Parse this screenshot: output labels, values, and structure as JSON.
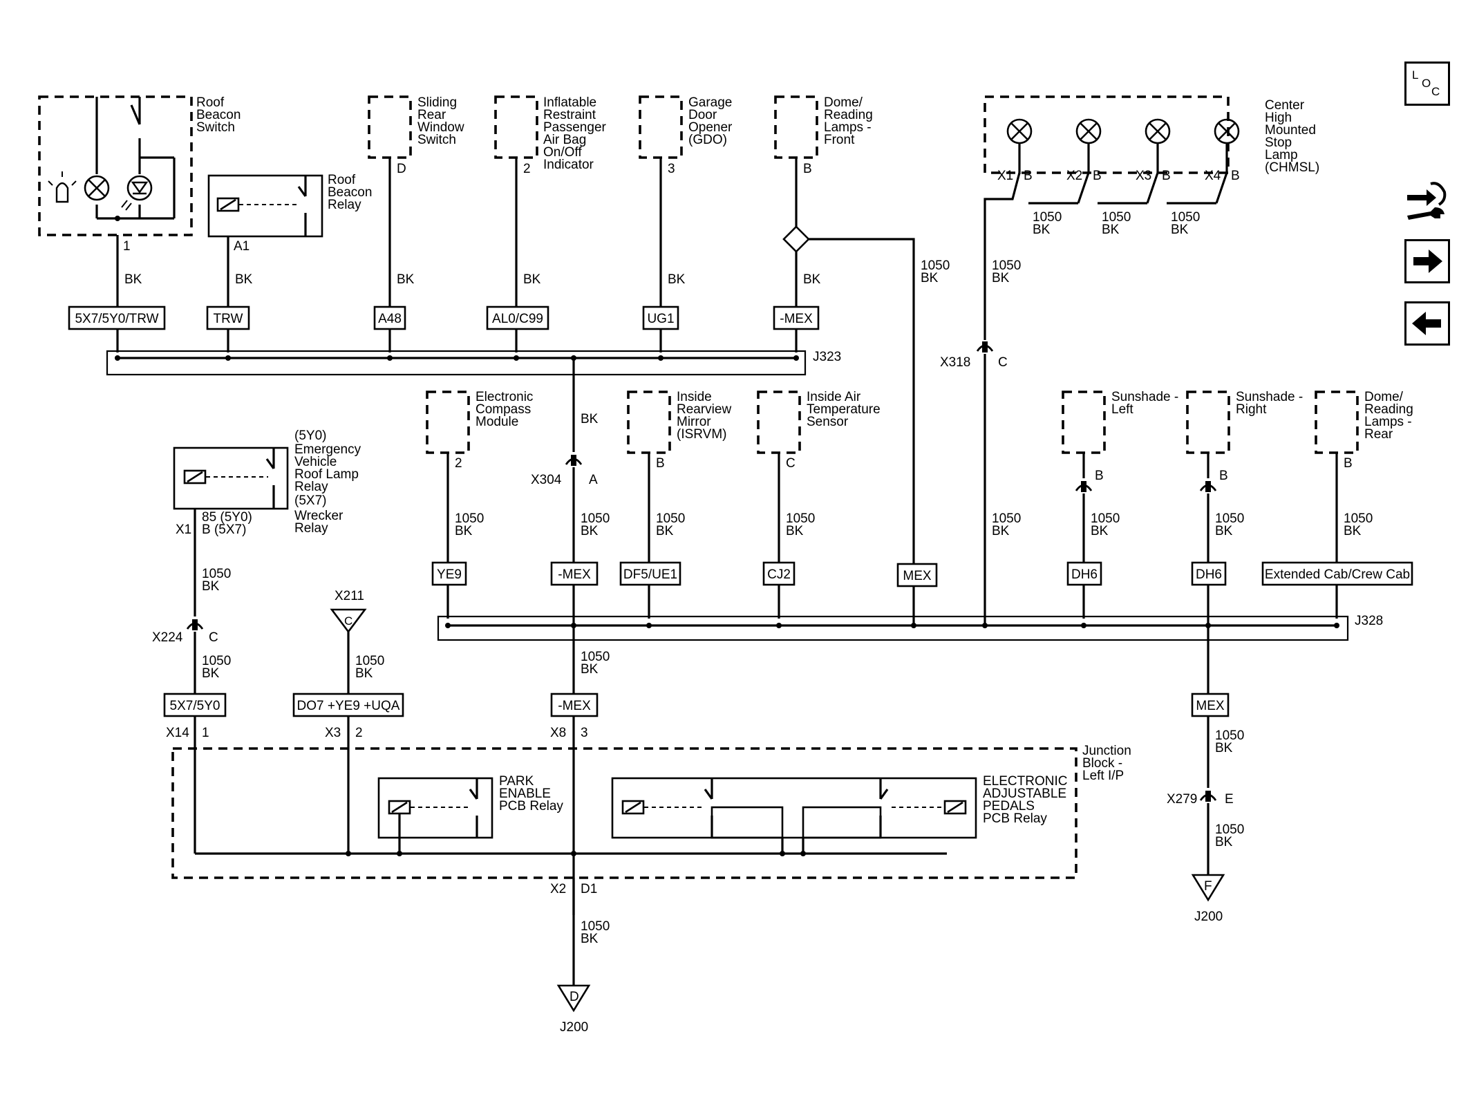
{
  "components": {
    "roof_beacon_switch": [
      "Roof",
      "Beacon",
      "Switch"
    ],
    "roof_beacon_relay": [
      "Roof",
      "Beacon",
      "Relay"
    ],
    "sliding_rear_window_switch": [
      "Sliding",
      "Rear",
      "Window",
      "Switch"
    ],
    "inflatable_restraint": [
      "Inflatable",
      "Restraint",
      "Passenger",
      "Air Bag",
      "On/Off",
      "Indicator"
    ],
    "garage_door_opener": [
      "Garage",
      "Door",
      "Opener",
      "(GDO)"
    ],
    "dome_reading_front": [
      "Dome/",
      "Reading",
      "Lamps -",
      "Front"
    ],
    "chmsl": [
      "Center",
      "High",
      "Mounted",
      "Stop",
      "Lamp",
      "(CHMSL)"
    ],
    "electronic_compass": [
      "Electronic",
      "Compass",
      "Module"
    ],
    "inside_rearview_mirror": [
      "Inside",
      "Rearview",
      "Mirror",
      "(ISRVM)"
    ],
    "inside_air_temp": [
      "Inside Air",
      "Temperature",
      "Sensor"
    ],
    "sunshade_left": [
      "Sunshade -",
      "Left"
    ],
    "sunshade_right": [
      "Sunshade -",
      "Right"
    ],
    "dome_reading_rear": [
      "Dome/",
      "Reading",
      "Lamps -",
      "Rear"
    ],
    "emergency_relay": [
      "(5Y0)",
      "Emergency",
      "Vehicle",
      "Roof Lamp",
      "Relay",
      "(5X7)",
      "Wrecker",
      "Relay"
    ],
    "junction_block": [
      "Junction",
      "Block -",
      "Left I/P"
    ],
    "park_enable_relay": [
      "PARK",
      "ENABLE",
      "PCB Relay"
    ],
    "adjustable_pedals_relay": [
      "ELECTRONIC",
      "ADJUSTABLE",
      "PEDALS",
      "PCB Relay"
    ]
  },
  "wire": {
    "circuit": "1050",
    "color": "BK"
  },
  "options": {
    "top_row": [
      "5X7/5Y0/TRW",
      "TRW",
      "A48",
      "AL0/C99",
      "UG1",
      "-MEX"
    ],
    "middle_row": [
      "YE9",
      "-MEX",
      "DF5/UE1",
      "CJ2",
      "MEX",
      "DH6",
      "DH6",
      "Extended Cab/Crew Cab"
    ],
    "bottom_row": [
      "5X7/5Y0",
      "DO7 +YE9 +UQA",
      "-MEX",
      "MEX"
    ]
  },
  "splices": {
    "top": "J323",
    "middle": "J328",
    "ground": "J200"
  },
  "pins": {
    "roof_beacon_switch": "1",
    "roof_beacon_relay": "A1",
    "sliding_rear_window": "D",
    "inflatable_restraint": "2",
    "garage_door_opener": "3",
    "dome_front": "B",
    "chmsl": [
      "X1",
      "B",
      "X2",
      "B",
      "X3",
      "B",
      "X4",
      "B"
    ],
    "compass": "2",
    "isrvm": "B",
    "air_temp": "C",
    "sunshade_left": "B",
    "sunshade_right": "B",
    "dome_rear": "B",
    "emergency_relay": [
      "X1",
      "85 (5Y0)",
      "B (5X7)"
    ],
    "junction_top": [
      "X14",
      "1",
      "X3",
      "2",
      "X8",
      "3"
    ],
    "junction_bottom": [
      "X2",
      "D1"
    ]
  },
  "connectors": {
    "x318": [
      "X318",
      "C"
    ],
    "x304": [
      "X304",
      "A"
    ],
    "x224": [
      "X224",
      "C"
    ],
    "x211": [
      "X211",
      "C"
    ],
    "x279": [
      "X279",
      "E"
    ],
    "ground_d": "D",
    "ground_f": "F"
  },
  "nav": {
    "loc": [
      "L",
      "O",
      "C"
    ]
  }
}
